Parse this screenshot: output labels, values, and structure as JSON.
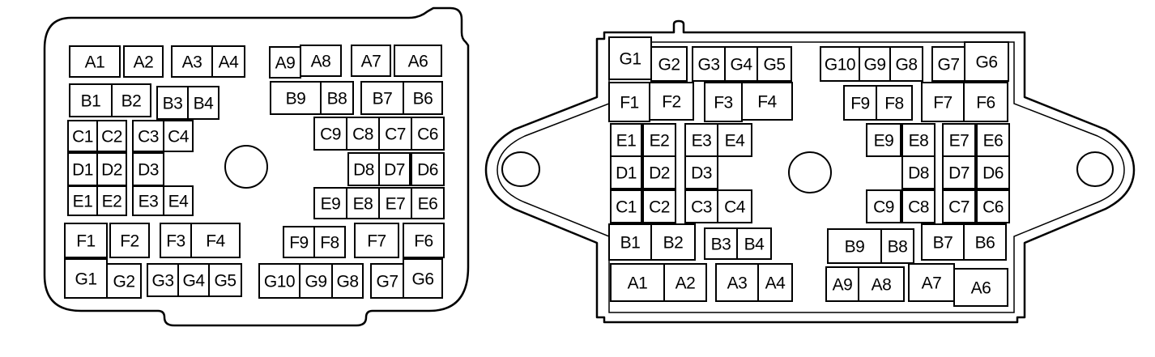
{
  "left_block": {
    "cavities": {
      "a1": "A1",
      "a2": "A2",
      "a3": "A3",
      "a4": "A4",
      "a9": "A9",
      "a8": "A8",
      "a7": "A7",
      "a6": "A6",
      "b1": "B1",
      "b2": "B2",
      "b3": "B3",
      "b4": "B4",
      "b9": "B9",
      "b8": "B8",
      "b7": "B7",
      "b6": "B6",
      "c1": "C1",
      "c2": "C2",
      "c3": "C3",
      "c4": "C4",
      "c9": "C9",
      "c8": "C8",
      "c7": "C7",
      "c6": "C6",
      "d1": "D1",
      "d2": "D2",
      "d3": "D3",
      "d8": "D8",
      "d7": "D7",
      "d6": "D6",
      "e1": "E1",
      "e2": "E2",
      "e3": "E3",
      "e4": "E4",
      "e9": "E9",
      "e8": "E8",
      "e7": "E7",
      "e6": "E6",
      "f1": "F1",
      "f2": "F2",
      "f3": "F3",
      "f4": "F4",
      "f9": "F9",
      "f8": "F8",
      "f7": "F7",
      "f6": "F6",
      "g1": "G1",
      "g2": "G2",
      "g3": "G3",
      "g4": "G4",
      "g5": "G5",
      "g10": "G10",
      "g9": "G9",
      "g8": "G8",
      "g7": "G7",
      "g6": "G6"
    }
  },
  "right_block": {
    "cavities": {
      "g1": "G1",
      "g2": "G2",
      "g3": "G3",
      "g4": "G4",
      "g5": "G5",
      "g10": "G10",
      "g9": "G9",
      "g8": "G8",
      "g7": "G7",
      "g6": "G6",
      "f1": "F1",
      "f2": "F2",
      "f3": "F3",
      "f4": "F4",
      "f9": "F9",
      "f8": "F8",
      "f7": "F7",
      "f6": "F6",
      "e1": "E1",
      "e2": "E2",
      "e3": "E3",
      "e4": "E4",
      "e9": "E9",
      "e8": "E8",
      "e7": "E7",
      "e6": "E6",
      "d1": "D1",
      "d2": "D2",
      "d3": "D3",
      "d8": "D8",
      "d7": "D7",
      "d6": "D6",
      "c1": "C1",
      "c2": "C2",
      "c3": "C3",
      "c4": "C4",
      "c9": "C9",
      "c8": "C8",
      "c7": "C7",
      "c6": "C6",
      "b1": "B1",
      "b2": "B2",
      "b3": "B3",
      "b4": "B4",
      "b9": "B9",
      "b8": "B8",
      "b7": "B7",
      "b6": "B6",
      "a1": "A1",
      "a2": "A2",
      "a3": "A3",
      "a4": "A4",
      "a9": "A9",
      "a8": "A8",
      "a7": "A7",
      "a6": "A6"
    }
  }
}
